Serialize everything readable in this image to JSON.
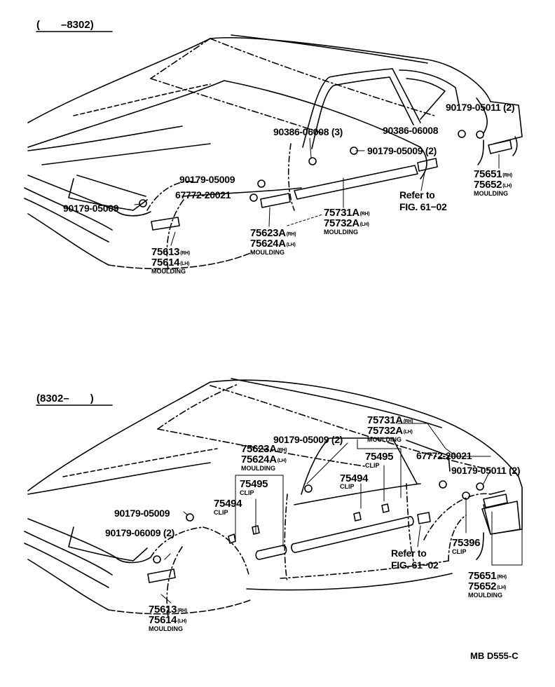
{
  "header_top": "(　　–8302)",
  "header_bottom": "(8302–　　)",
  "diagram_code": "MB D555-C",
  "top": {
    "p90179_05011": "90179-05011",
    "p90179_05011_qty": "(2)",
    "p90386_06008_left": "90386-06008",
    "p90386_06008_left_qty": "(3)",
    "p90386_06008_right": "90386-06008",
    "p90179_05009_door": "90179-05009",
    "p90179_05009_door_qty": "(2)",
    "p90179_05009_fender": "90179-05009",
    "p67772_20021": "67772-20021",
    "p90179_05009_front": "90179-05009",
    "p75651": "75651",
    "p75652": "75652",
    "rear_caption": "MOULDING",
    "refer_1": "Refer to",
    "refer_2": "FIG. 61−02",
    "p75731A": "75731A",
    "p75732A": "75732A",
    "door_caption": "MOULDING",
    "p75623A": "75623A",
    "p75624A": "75624A",
    "fender_caption": "MOULDING",
    "p75613": "75613",
    "p75614": "75614",
    "front_caption": "MOULDING",
    "rh": "(RH)",
    "lh": "(LH)"
  },
  "bottom": {
    "p75731A": "75731A",
    "p75732A": "75732A",
    "door_caption": "MOULDING",
    "p90179_05009": "90179-05009",
    "p90179_05009_qty": "(2)",
    "p75623A": "75623A",
    "p75624A": "75624A",
    "fender_caption": "MOULDING",
    "p75495_a": "75495",
    "clip_a": "CLIP",
    "p75494_a": "75494",
    "clip_b": "CLIP",
    "p75495_b": "75495",
    "clip_c": "CLIP",
    "p75494_b": "75494",
    "clip_d": "CLIP",
    "p67772_20021": "67772-20021",
    "p90179_05011": "90179-05011",
    "p90179_05011_qty": "(2)",
    "p90179_05009_front": "90179-05009",
    "p90179_06009": "90179-06009",
    "p90179_06009_qty": "(2)",
    "refer_1": "Refer to",
    "refer_2": "FIG. 61−02",
    "p75396": "75396",
    "clip_e": "CLIP",
    "p75651": "75651",
    "p75652": "75652",
    "rear_caption": "MOULDING",
    "p75613": "75613",
    "p75614": "75614",
    "front_caption": "MOULDING",
    "rh": "(RH)",
    "lh": "(LH)"
  }
}
